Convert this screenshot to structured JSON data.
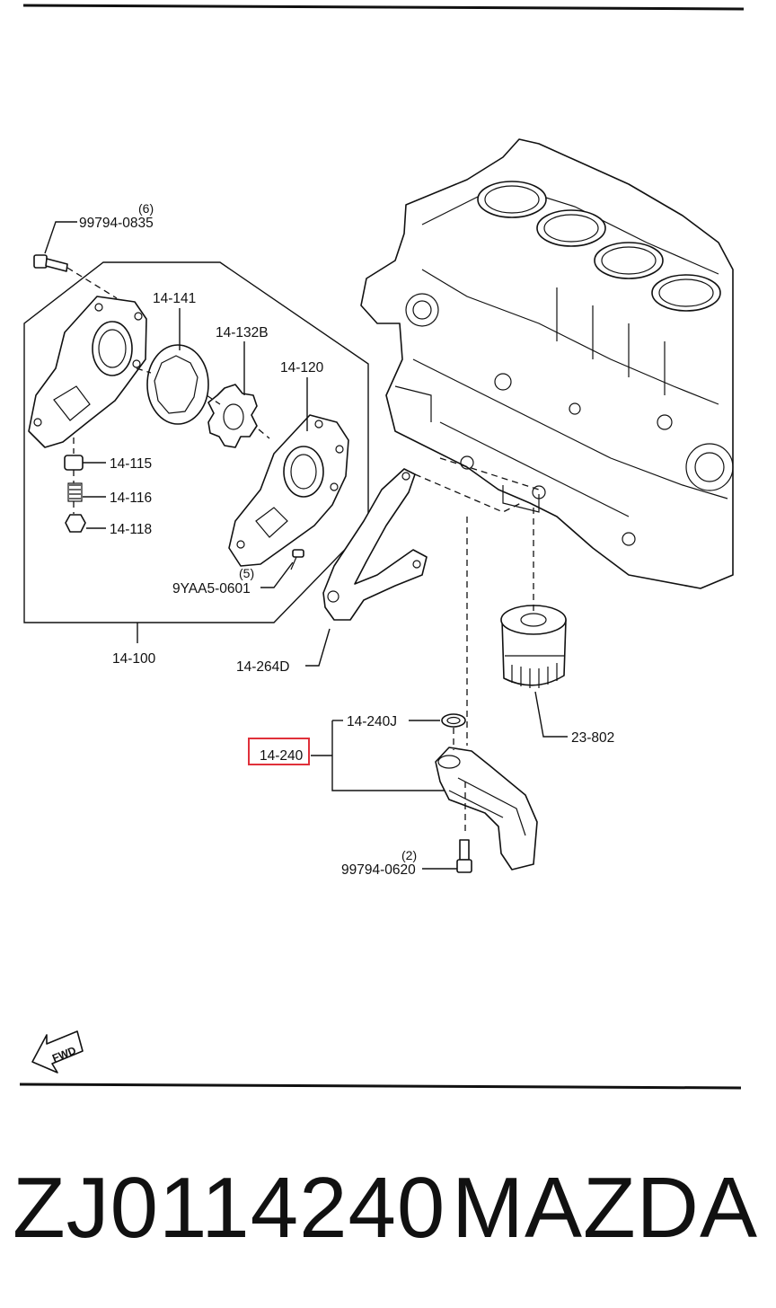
{
  "parts": {
    "bolt_top": {
      "code": "99794-0835",
      "qty": "(6)"
    },
    "pump_assembly": "14-100",
    "outer_rotor": "14-141",
    "inner_rotor": "14-132B",
    "pump_cover": "14-120",
    "plug": "14-115",
    "spring": "14-116",
    "relief_plug": "14-118",
    "screw": {
      "code": "9YAA5-0601",
      "qty": "(5)"
    },
    "gasket": "14-264D",
    "strainer_oring": "14-240J",
    "strainer": "14-240",
    "oil_filter": "23-802",
    "strainer_bolt": {
      "code": "99794-0620",
      "qty": "(2)"
    }
  },
  "fwd_label": "FWD",
  "highlight_color": "#e0303a",
  "footer": {
    "part_number": "ZJ0114240",
    "brand": "MAZDA"
  }
}
